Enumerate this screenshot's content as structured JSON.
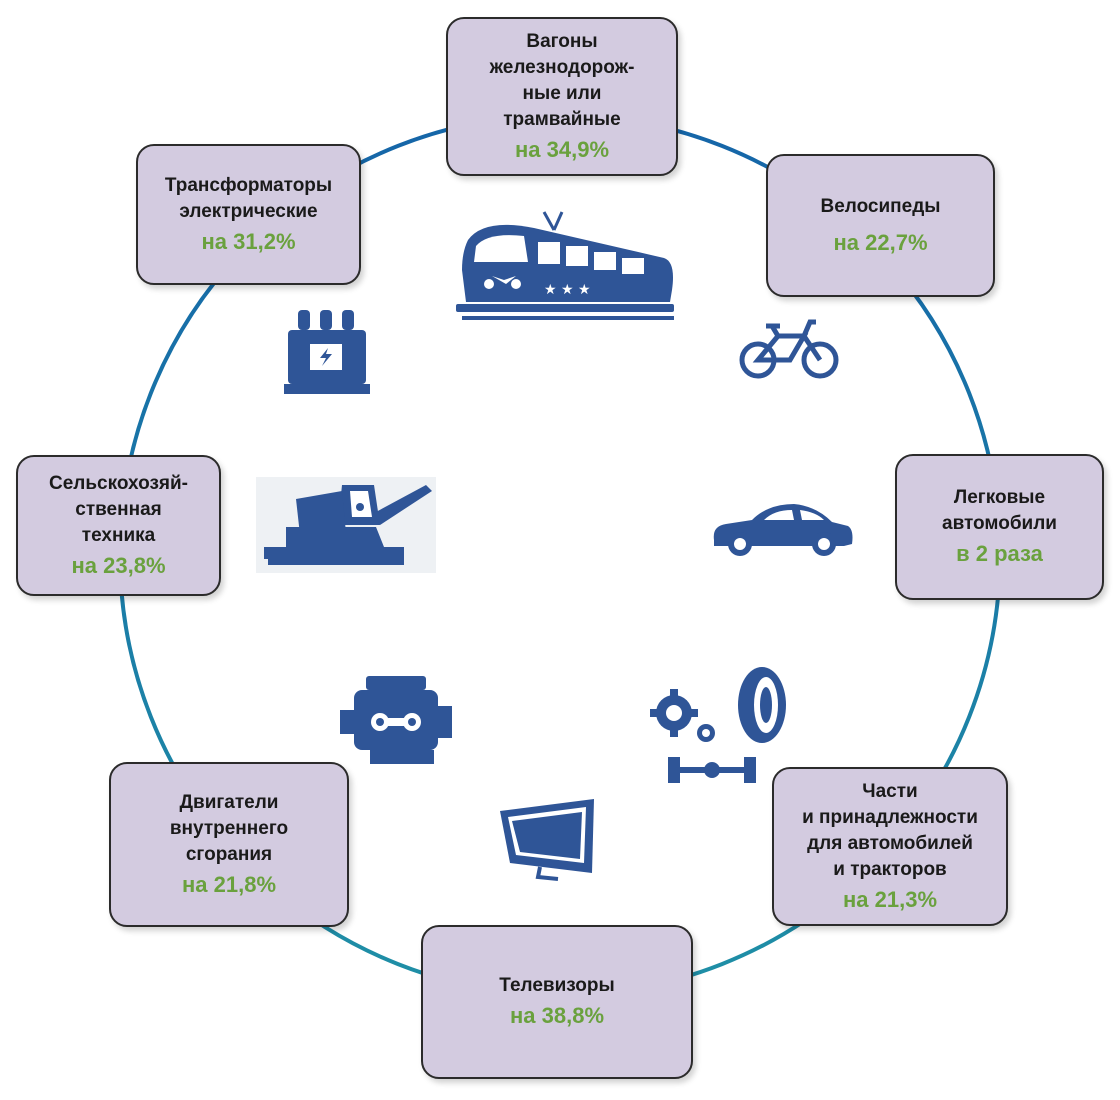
{
  "colors": {
    "box_fill": "#d3cbe0",
    "box_border": "#2b2b2b",
    "value_text": "#6aa13e",
    "ring": "#1d7fa8",
    "icon": "#2f5597"
  },
  "items": [
    {
      "id": "wagons",
      "label": "Вагоны\nжелезнодорож-\nные или\nтрамвайные",
      "value": "на 34,9%",
      "icon": "train-icon"
    },
    {
      "id": "bicycles",
      "label": "Велосипеды",
      "value": "на 22,7%",
      "icon": "bicycle-icon"
    },
    {
      "id": "cars",
      "label": "Легковые\nавтомобили",
      "value": "в 2 раза",
      "icon": "car-icon"
    },
    {
      "id": "auto-parts",
      "label": "Части\nи принадлежности\nдля автомобилей\nи тракторов",
      "value": "на 21,3%",
      "icon": "auto-parts-icon"
    },
    {
      "id": "tv",
      "label": "Телевизоры",
      "value": "на 38,8%",
      "icon": "tv-icon"
    },
    {
      "id": "engines",
      "label": "Двигатели\nвнутреннего\nсгорания",
      "value": "на 21,8%",
      "icon": "engine-icon"
    },
    {
      "id": "agri",
      "label": "Сельскохозяй-\nственная\nтехника",
      "value": "на 23,8%",
      "icon": "combine-harvester-icon"
    },
    {
      "id": "transformers",
      "label": "Трансформаторы\nэлектрические",
      "value": "на 31,2%",
      "icon": "transformer-icon"
    }
  ]
}
